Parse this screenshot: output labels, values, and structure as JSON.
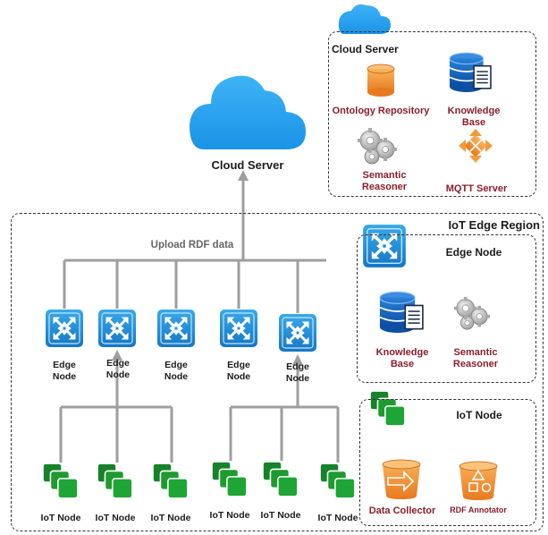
{
  "cloud_main": {
    "label": "Cloud Server"
  },
  "upload_label": "Upload RDF data",
  "cloud_panel": {
    "title": "Cloud Server",
    "ontology_repository": "Ontology Repository",
    "knowledge_base": [
      "Knowledge",
      "Base"
    ],
    "semantic_reasoner": [
      "Semantic",
      "Reasoner"
    ],
    "mqtt_server": "MQTT Server"
  },
  "edge_region": {
    "title": "IoT Edge Region"
  },
  "edge_node_panel": {
    "title": "Edge Node",
    "knowledge_base": [
      "Knowledge",
      "Base"
    ],
    "semantic_reasoner": [
      "Semantic",
      "Reasoner"
    ]
  },
  "iot_node_panel": {
    "title": "IoT Node",
    "data_collector": "Data Collector",
    "rdf_annotator": "RDF Annotator"
  },
  "edge_nodes": [
    [
      "Edge",
      "Node"
    ],
    [
      "Edge",
      "Node"
    ],
    [
      "Edge",
      "Node"
    ],
    [
      "Edge",
      "Node"
    ],
    [
      "Edge",
      "Node"
    ]
  ],
  "iot_nodes": [
    "IoT Node",
    "IoT Node",
    "IoT Node",
    "IoT Node",
    "IoT Node",
    "IoT Node"
  ],
  "colors": {
    "cloud": "#1fa0ef",
    "switch": "#1e8fd6",
    "iot_green": "#1e9a2e",
    "orange": "#f39a3a",
    "db_blue": "#1565c0",
    "label_red": "#8b1e2b",
    "connector": "#9e9e9e"
  }
}
